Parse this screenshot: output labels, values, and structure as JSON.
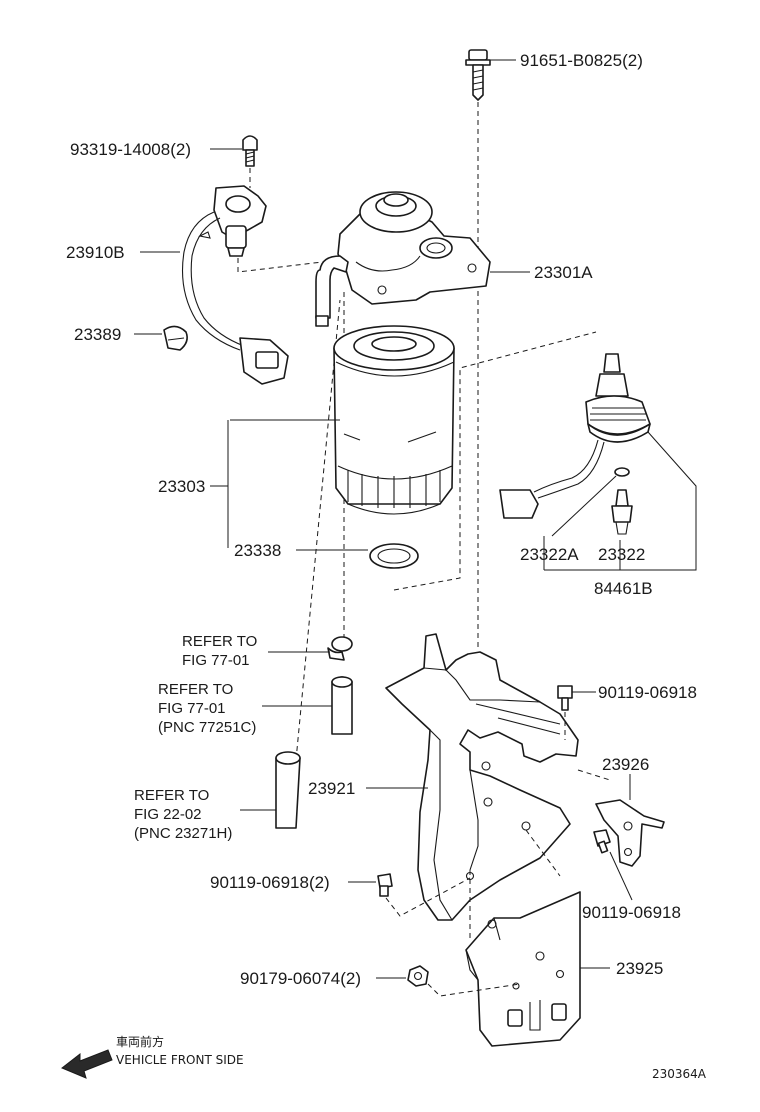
{
  "labels": {
    "bolt_top": "91651-B0825(2)",
    "screw_sensor": "93319-14008(2)",
    "sensor_assy": "23910B",
    "clamp": "23389",
    "filter_head": "23301A",
    "filter": "23303",
    "o_ring": "23338",
    "plug_a": "23322A",
    "plug": "23322",
    "switch_assy": "84461B",
    "bolt_right_1": "90119-06918",
    "bracket_sub": "23926",
    "bracket_main": "23921",
    "bolt_left": "90119-06918(2)",
    "bolt_right_2": "90119-06918",
    "nut": "90179-06074(2)",
    "bracket_plate": "23925",
    "diagram_id": "230364A"
  },
  "refers": {
    "ref1": [
      "REFER TO",
      "FIG 77-01"
    ],
    "ref2": [
      "REFER TO",
      "FIG 77-01",
      "(PNC 77251C)"
    ],
    "ref3": [
      "REFER TO",
      "FIG 22-02",
      "(PNC 23271H)"
    ]
  },
  "front": {
    "jp": "車両前方",
    "en": "VEHICLE FRONT SIDE"
  },
  "icons": [
    "front-arrow-icon"
  ]
}
